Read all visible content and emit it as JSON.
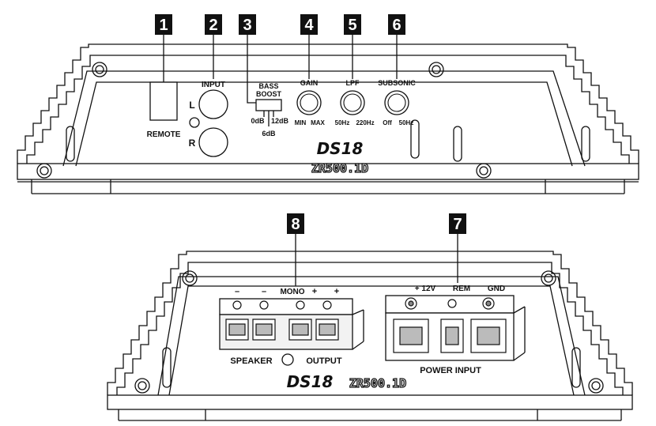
{
  "callouts": {
    "c1": "1",
    "c2": "2",
    "c3": "3",
    "c4": "4",
    "c5": "5",
    "c6": "6",
    "c7": "7",
    "c8": "8"
  },
  "top_panel": {
    "remote_label": "REMOTE",
    "input_label": "INPUT",
    "left_label": "L",
    "right_label": "R",
    "bass_boost_line1": "BASS",
    "bass_boost_line2": "BOOST",
    "bass_0db": "0dB",
    "bass_6db": "6dB",
    "bass_12db": "12dB",
    "gain_label": "GAIN",
    "gain_min": "MIN",
    "gain_max": "MAX",
    "lpf_label": "LPF",
    "lpf_min": "50Hz",
    "lpf_max": "220Hz",
    "subsonic_label": "SUBSONIC",
    "subsonic_min": "Off",
    "subsonic_max": "50Hz",
    "brand": "DS18",
    "model": "ZR500.1D"
  },
  "bottom_panel": {
    "speaker_minus_1": "–",
    "speaker_minus_2": "–",
    "speaker_mono": "MONO",
    "speaker_plus_1": "+",
    "speaker_plus_2": "+",
    "speaker_label": "SPEAKER",
    "output_label": "OUTPUT",
    "power_12v": "+ 12V",
    "power_rem": "REM",
    "power_gnd": "GND",
    "power_input_label": "POWER INPUT",
    "brand": "DS18",
    "model": "ZR500.1D"
  }
}
